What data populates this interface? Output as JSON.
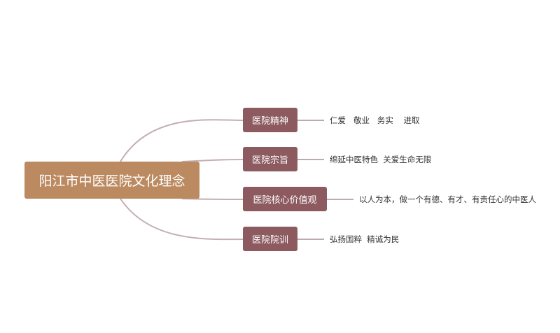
{
  "mindmap": {
    "root": "阳江市中医医院文化理念",
    "branches": [
      {
        "label": "医院精神",
        "detail": "仁爱   敬业   务实    进取"
      },
      {
        "label": "医院宗旨",
        "detail": "绵延中医特色  关爱生命无限"
      },
      {
        "label": "医院核心价值观",
        "detail": "以人为本，做一个有德、有才、有责任心的中医人"
      },
      {
        "label": "医院院训",
        "detail": "弘扬国粹  精诚为民"
      }
    ]
  },
  "colors": {
    "root_fill": "#bc8a60",
    "branch_fill": "#8c5a5f",
    "root_connector": "#c4aeb1",
    "leaf_connector": "#a98e91"
  }
}
